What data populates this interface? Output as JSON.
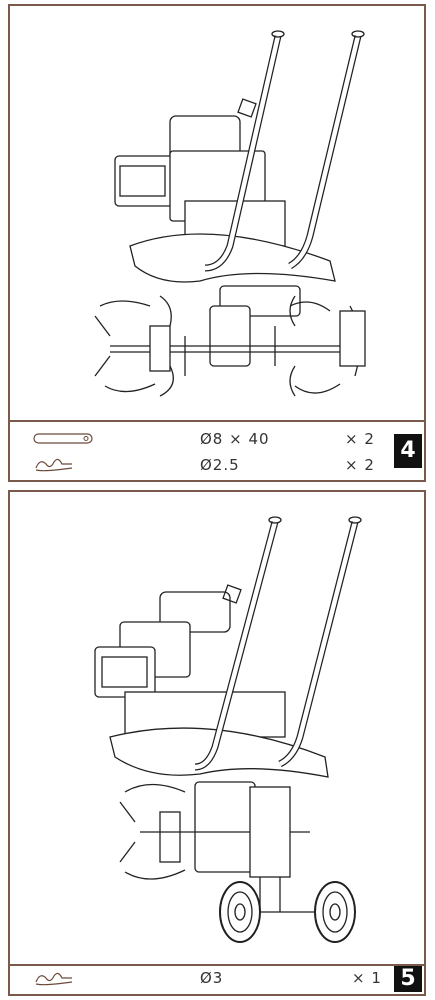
{
  "steps": [
    {
      "number": "4",
      "parts": [
        {
          "icon": "pin-icon",
          "spec": "Ø8 × 40",
          "qty": "× 2"
        },
        {
          "icon": "clip-icon",
          "spec": "Ø2.5",
          "qty": "× 2"
        }
      ]
    },
    {
      "number": "5",
      "parts": [
        {
          "icon": "clip-icon",
          "spec": "Ø3",
          "qty": "× 1"
        }
      ]
    }
  ]
}
